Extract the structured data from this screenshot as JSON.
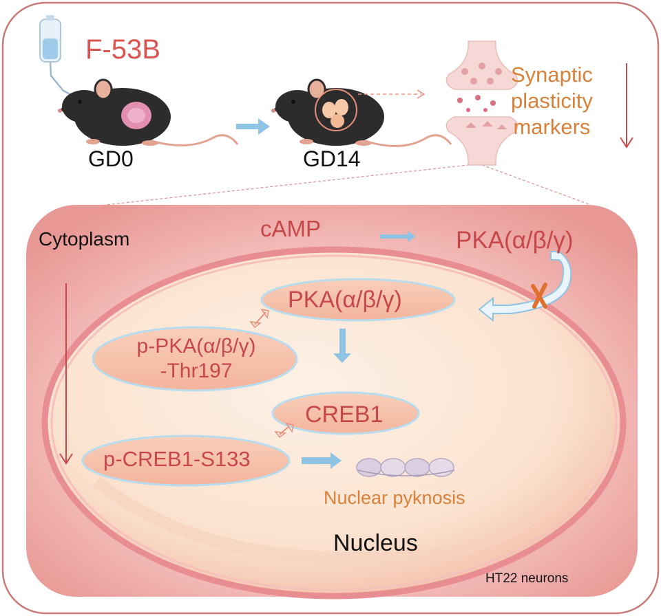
{
  "title": "F-53B",
  "stages": {
    "start": "GD0",
    "end": "GD14"
  },
  "synapse_label": "Synaptic\nplasticity\nmarkers",
  "regions": {
    "cytoplasm": "Cytoplasm",
    "nucleus": "Nucleus",
    "cell_line": "HT22 neurons"
  },
  "nodes": {
    "camp": "cAMP",
    "pka_cyto": "PKA(α/β/γ)",
    "pka_nuc": "PKA(α/β/γ)",
    "p_pka": "p-PKA(α/β/γ)\n-Thr197",
    "creb1": "CREB1",
    "p_creb1": "p-CREB1-S133",
    "pyknosis": "Nuclear pyknosis"
  },
  "colors": {
    "title": "#d9534f",
    "node_text": "#c6484b",
    "orange_text": "#d9813a",
    "arrow_blue": "#8fc3e4",
    "cell_bg": "#f1b5b3",
    "nucleus_fill": "#fbe3d0",
    "block_mark": "#e0702e"
  }
}
